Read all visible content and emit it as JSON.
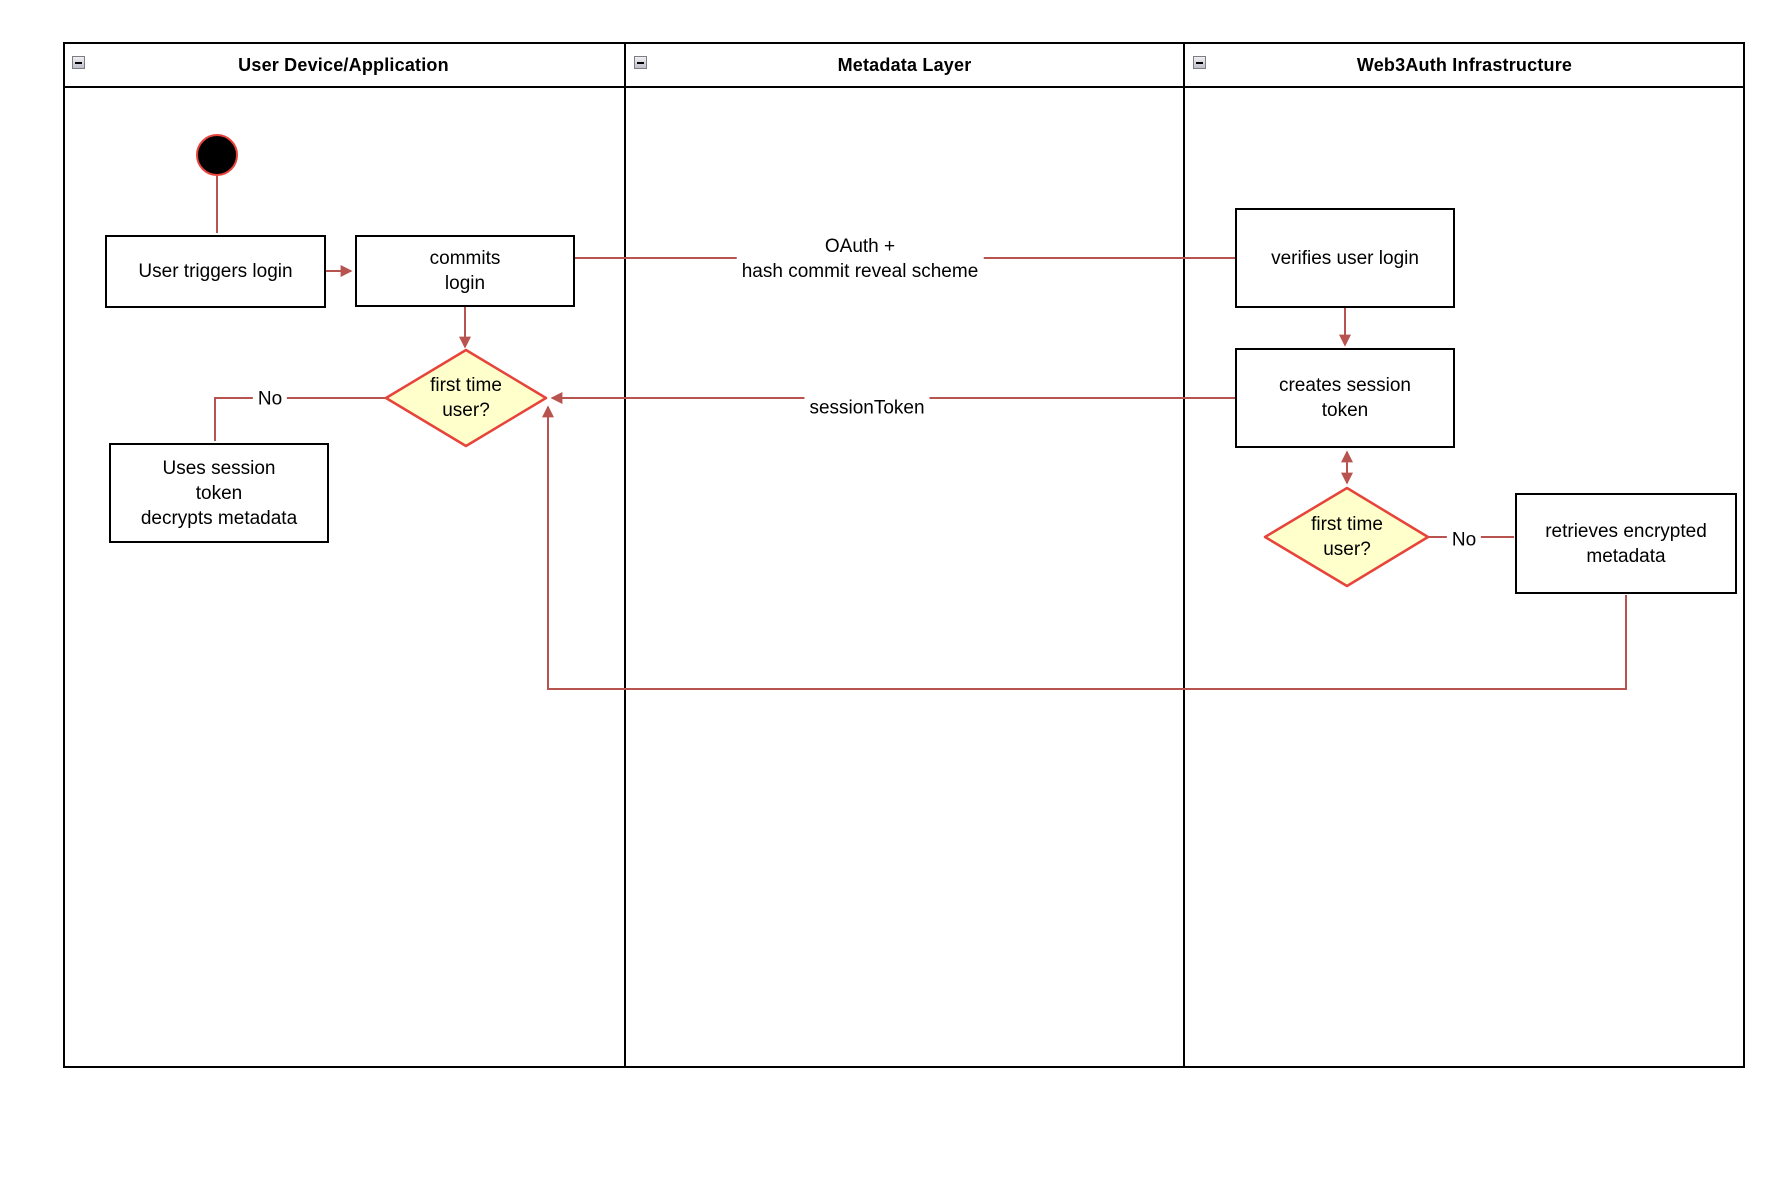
{
  "diagram": {
    "lanes": [
      {
        "title": "User Device/Application",
        "icon": "collapse-minus-icon"
      },
      {
        "title": "Metadata Layer",
        "icon": "collapse-minus-icon"
      },
      {
        "title": "Web3Auth Infrastructure",
        "icon": "collapse-minus-icon"
      }
    ],
    "nodes": {
      "start": {
        "type": "initial-node"
      },
      "user_triggers": {
        "label": "User triggers login"
      },
      "commits": {
        "label": "commits\nlogin"
      },
      "verifies": {
        "label": "verifies user login"
      },
      "creates": {
        "label": "creates session\ntoken"
      },
      "uses_session": {
        "label": "Uses session\ntoken\ndecrypts metadata"
      },
      "retrieves": {
        "label": "retrieves encrypted\nmetadata"
      },
      "decision_user_device": {
        "label": "first time\nuser?"
      },
      "decision_web3auth": {
        "label": "first time\nuser?"
      }
    },
    "edge_labels": {
      "oauth": "OAuth +\nhash commit reveal scheme",
      "session_token": "sessionToken",
      "no_user_device": "No",
      "no_web3auth": "No"
    },
    "colors": {
      "edge": "#b85450",
      "decision_border": "#e8433a",
      "decision_fill": "#ffffcc",
      "node_border": "#000000",
      "node_fill": "#ffffff",
      "start_fill": "#000000"
    }
  }
}
